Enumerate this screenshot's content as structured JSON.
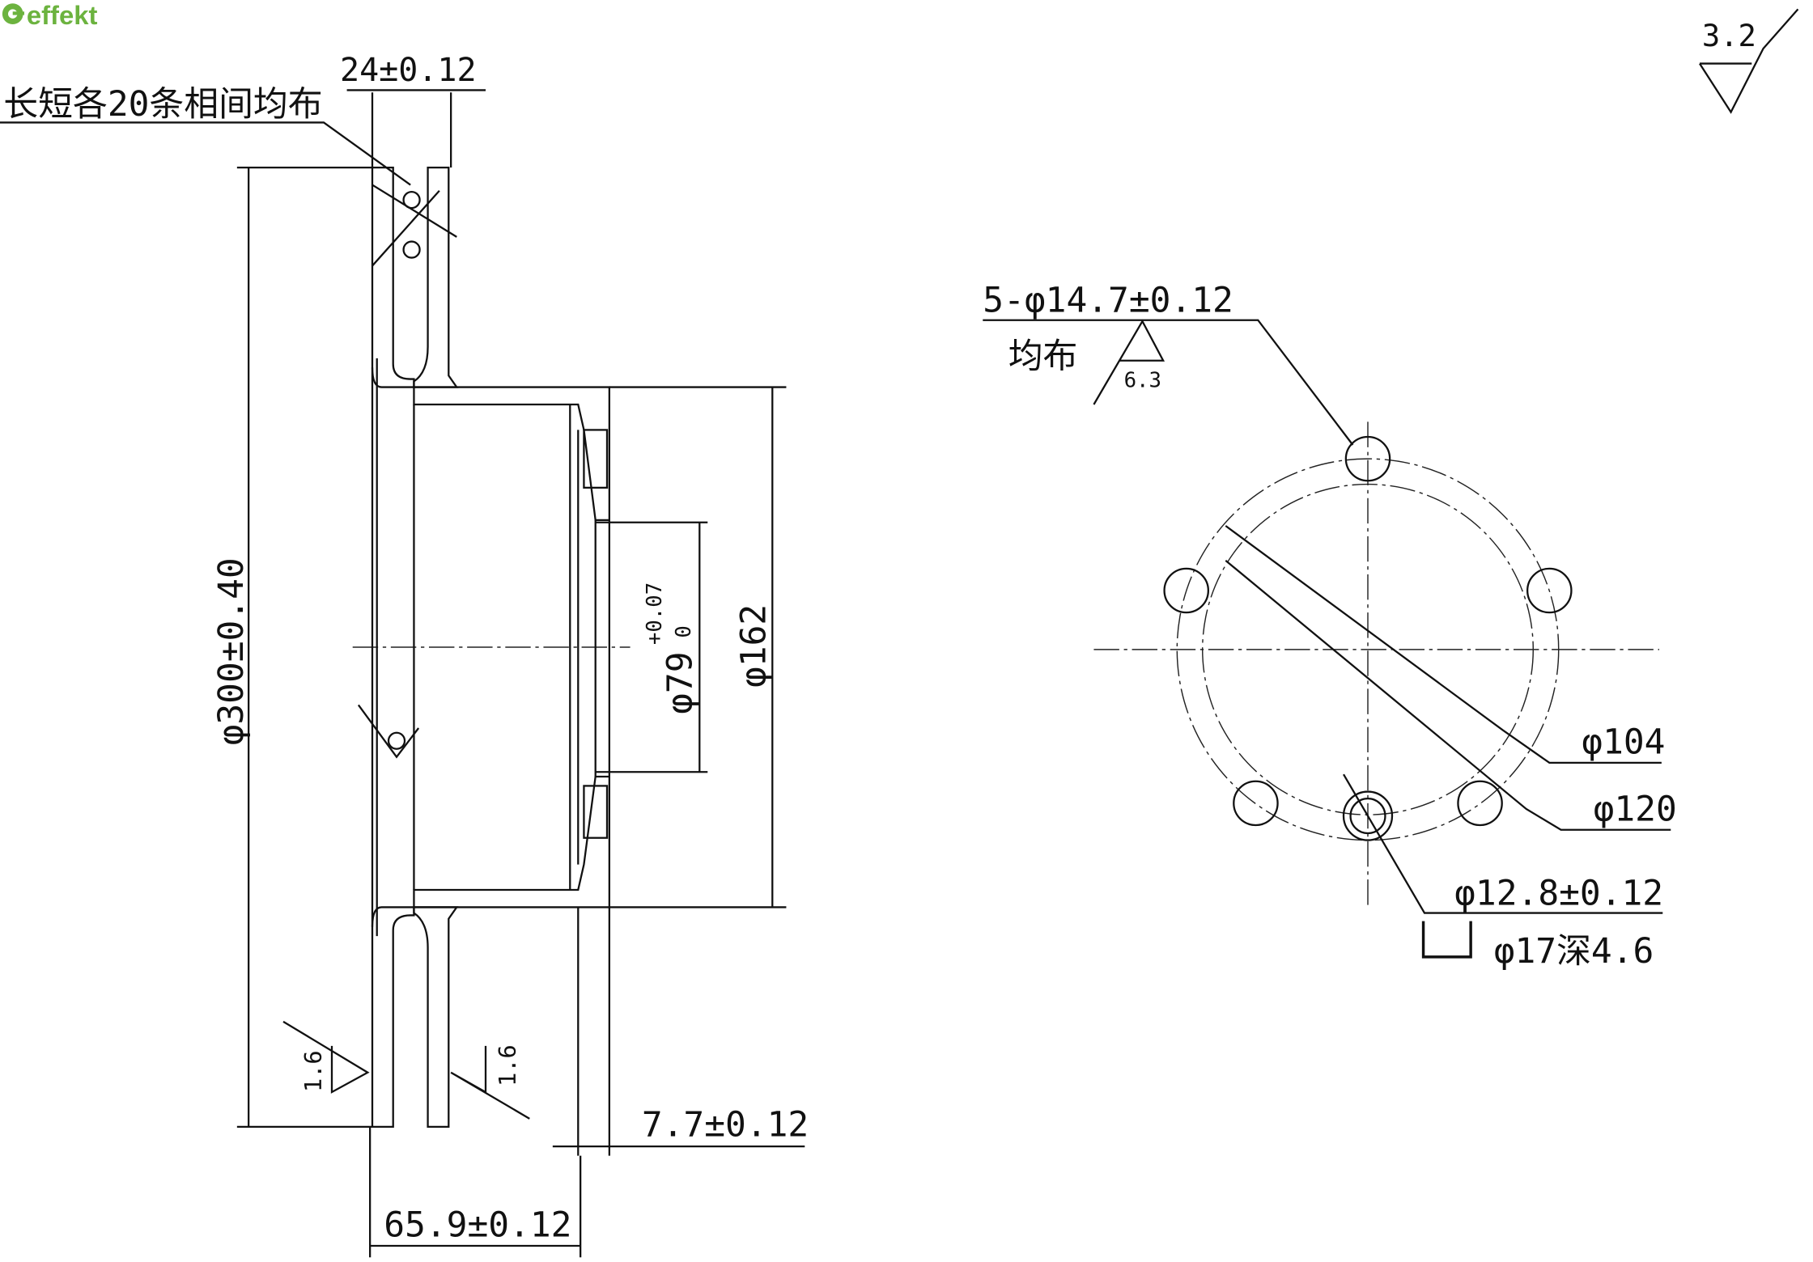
{
  "logo": {
    "text": "effekt",
    "color": "#6cb33f"
  },
  "roughness_global": "3.2",
  "section_view": {
    "rib_note": "长短各20条相间均布",
    "thickness_dim": "24±0.12",
    "outer_diameter_dim": "φ300±0.40",
    "hat_diameter_dim": "φ162",
    "bore_diameter_dim": "φ79",
    "bore_tol_upper": "+0.07",
    "bore_tol_lower": "0",
    "flange_thickness_dim": "7.7±0.12",
    "offset_dim": "65.9±0.12",
    "roughness_left": "1.6",
    "roughness_right": "1.6"
  },
  "front_view": {
    "holes_dim": "5-φ14.7±0.12",
    "holes_note": "均布",
    "holes_roughness": "6.3",
    "pcd_inner": "φ104",
    "pcd_outer": "φ120",
    "small_hole_dim": "φ12.8±0.12",
    "counterbore_dim": "φ17深4.6"
  }
}
